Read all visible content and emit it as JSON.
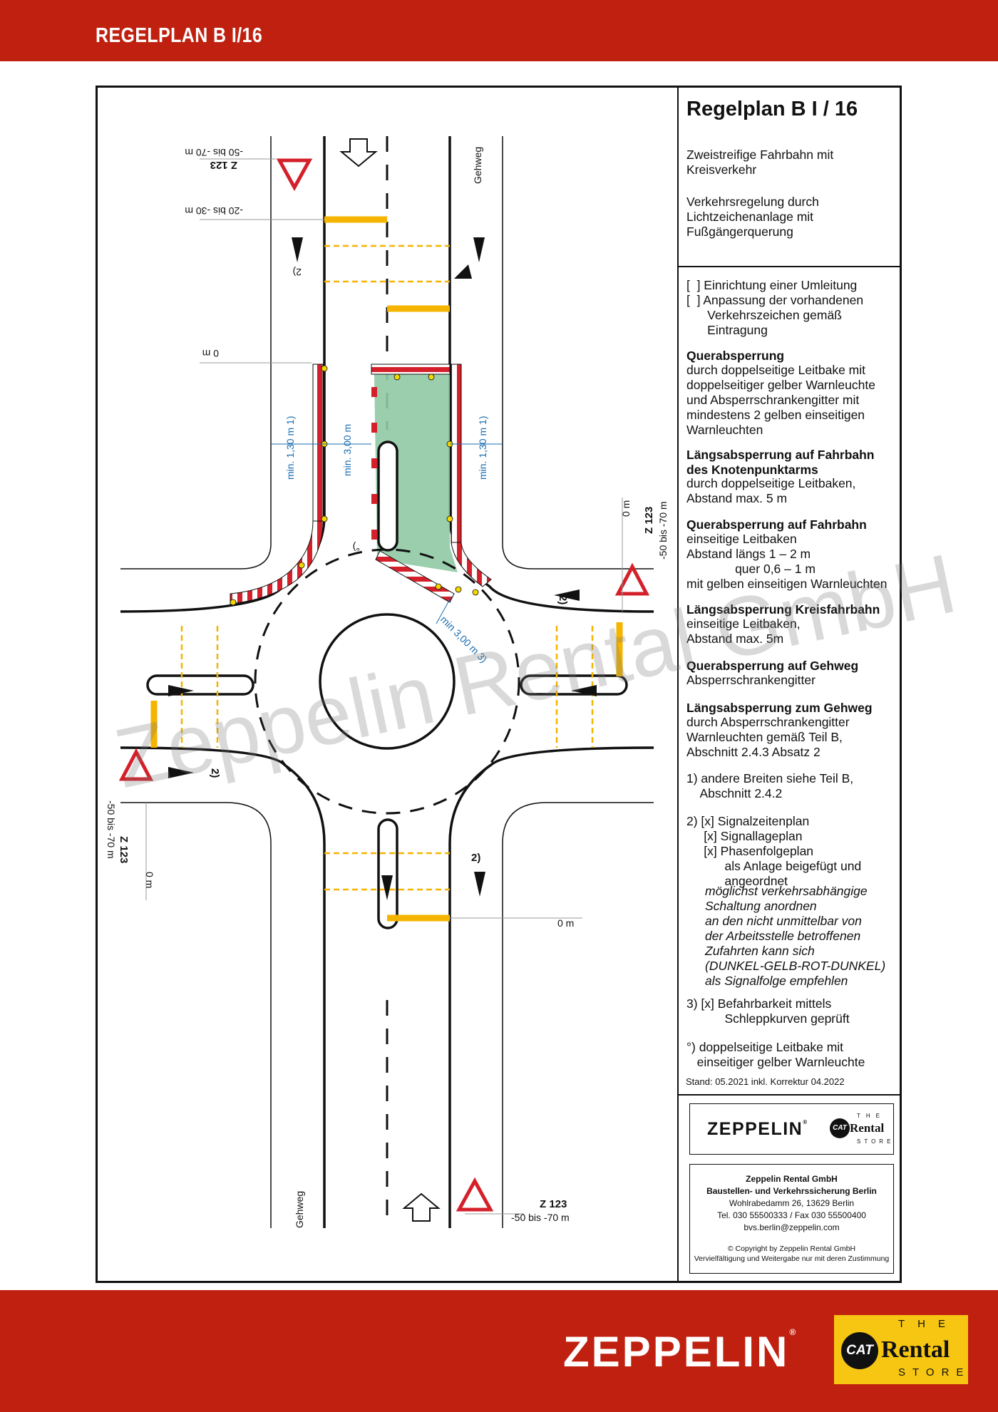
{
  "header": {
    "title": "REGELPLAN B I/16"
  },
  "panel": {
    "title": "Regelplan B I / 16",
    "subtitle_1": "Zweistreifige Fahrbahn mit\nKreisverkehr",
    "subtitle_2": "Verkehrsregelung durch\nLichtzeichenanlage mit\nFußgängerquerung",
    "checks": "[  ] Einrichtung einer Umleitung\n[  ] Anpassung der vorhandenen\n      Verkehrszeichen gemäß\n      Eintragung",
    "s1_head": "Querabsperrung",
    "s1_text": "durch doppelseitige Leitbake mit\ndoppelseitiger gelber Warnleuchte\nund Absperrschrankengitter mit\nmindestens 2 gelben einseitigen\nWarnleuchten",
    "s2_head": "Längsabsperrung auf Fahrbahn\ndes Knotenpunktarms",
    "s2_text": "durch doppelseitige Leitbaken,\nAbstand max. 5 m",
    "s3_head": "Querabsperrung auf Fahrbahn",
    "s3_text": "einseitige Leitbaken\nAbstand längs 1 – 2 m\n              quer 0,6 – 1 m\nmit gelben einseitigen Warnleuchten",
    "s4_head": "Längsabsperrung Kreisfahrbahn",
    "s4_text": "einseitige Leitbaken,\nAbstand max. 5m",
    "s5_head": "Querabsperrung auf Gehweg",
    "s5_text": "Absperrschrankengitter",
    "s6_head": "Längsabsperrung zum Gehweg",
    "s6_text": "durch Absperrschrankengitter\nWarnleuchten gemäß Teil B,\nAbschnitt 2.4.3 Absatz 2",
    "note1": "1) andere Breiten siehe Teil B,\n    Abschnitt 2.4.2",
    "note2": "2) [x] Signalzeitenplan\n     [x] Signallageplan\n     [x] Phasenfolgeplan\n           als Anlage beigefügt und\n           angeordnet",
    "note2_italic": "möglichst verkehrsabhängige\nSchaltung anordnen\nan den nicht unmittelbar von\nder Arbeitsstelle betroffenen\nZufahrten kann sich\n(DUNKEL-GELB-ROT-DUNKEL)\nals Signalfolge empfehlen",
    "note3": "3) [x] Befahrbarkeit mittels\n           Schleppkurven geprüft",
    "note4": "°) doppelseitige Leitbake mit\n   einseitiger gelber Warnleuchte",
    "stand": "Stand: 05.2021 inkl. Korrektur 04.2022"
  },
  "logo": {
    "wordmark": "ZEPPELIN",
    "reg": "®",
    "cat": "CAT",
    "rental": "Rental",
    "the": "THE",
    "store": "STORE"
  },
  "address": {
    "company": "Zeppelin Rental GmbH",
    "division": "Baustellen- und Verkehrssicherung Berlin",
    "street": "Wohlrabedamm 26, 13629 Berlin",
    "phone": "Tel. 030 55500333 / Fax 030 55500400",
    "email": "bvs.berlin@zeppelin.com",
    "copyright": "© Copyright by Zeppelin Rental GmbH",
    "copy_note": "Vervielfältigung und Weitergabe nur mit deren Zustimmung"
  },
  "plan": {
    "watermark": "Zeppelin Rental GmbH",
    "gehweg": "Gehweg",
    "z123": "Z  123",
    "dist_50_70": "-50 bis -70 m",
    "dist_20_30": "-20 bis -30 m",
    "zero_m": "0 m",
    "note_2": "2)",
    "note_deg": "°)",
    "min_130": "min. 1,30 m 1)",
    "min_300": "min. 3,00 m",
    "min_300_3": "min 3,00 m 3)"
  },
  "colors": {
    "brand_red": "#c0200f",
    "cat_yellow": "#f7c613",
    "work_area_green": "#8fc9a3",
    "barrier_red": "#d4202a",
    "line_yellow": "#f4b400",
    "dim_blue": "#1b6db0"
  }
}
